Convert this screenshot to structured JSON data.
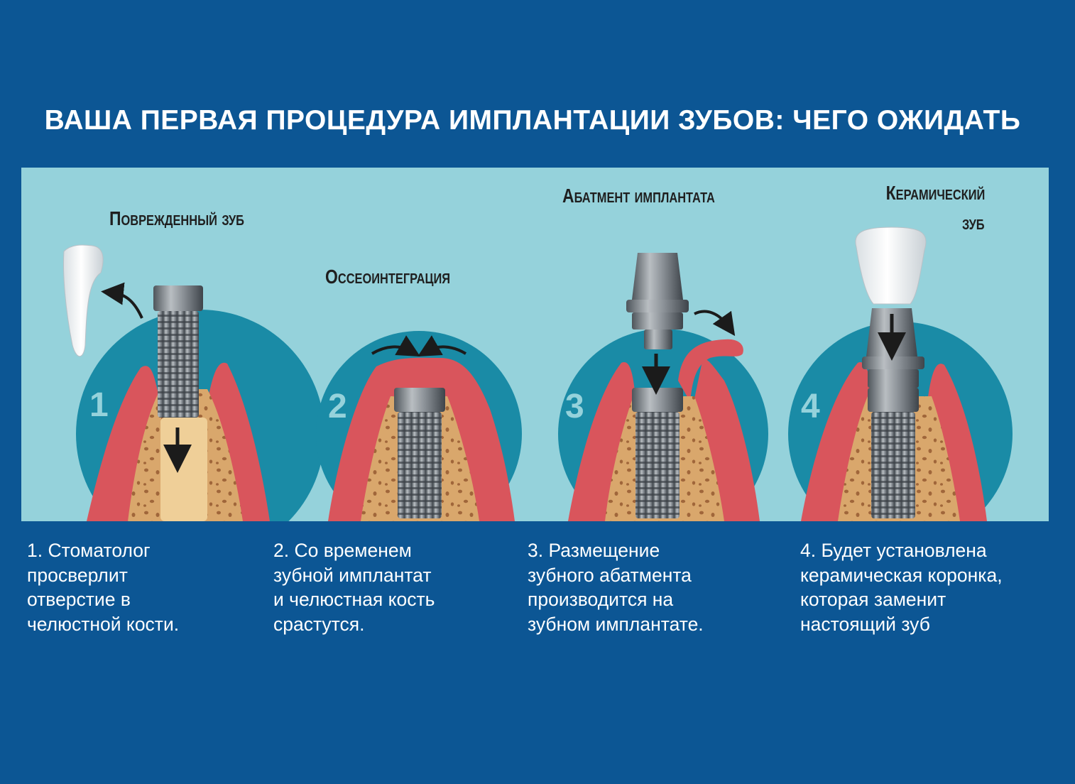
{
  "title": "ВАША ПЕРВАЯ ПРОЦЕДУРА ИМПЛАНТАЦИИ ЗУБОВ: ЧЕГО ОЖИДАТЬ",
  "colors": {
    "background": "#0c5694",
    "panel": "#95d2db",
    "circle": "#1a8ba6",
    "gum": "#d9555c",
    "bone": "#d9a76c",
    "implant": "#7b8288"
  },
  "steps": [
    {
      "number": "1",
      "label": "Поврежденный зуб",
      "caption": "1. Стоматолог\nпросверлит\nотверстие в\nчелюстной кости."
    },
    {
      "number": "2",
      "label": "Оссеоинтеграция",
      "caption": "2. Со временем\nзубной имплантат\nи челюстная кость\nсрастутся."
    },
    {
      "number": "3",
      "label": "Абатмент имплантата",
      "caption": "3. Размещение\nзубного абатмента\nпроизводится на\nзубном имплантате."
    },
    {
      "number": "4",
      "label_line1": "Керамический",
      "label_line2": "зуб",
      "caption": "4. Будет установлена\nкерамическая коронка,\nкоторая заменит\nнастоящий зуб"
    }
  ],
  "icons": [
    "tooth-icon",
    "implant-icon",
    "abutment-icon",
    "crown-icon",
    "arrow-icon"
  ]
}
